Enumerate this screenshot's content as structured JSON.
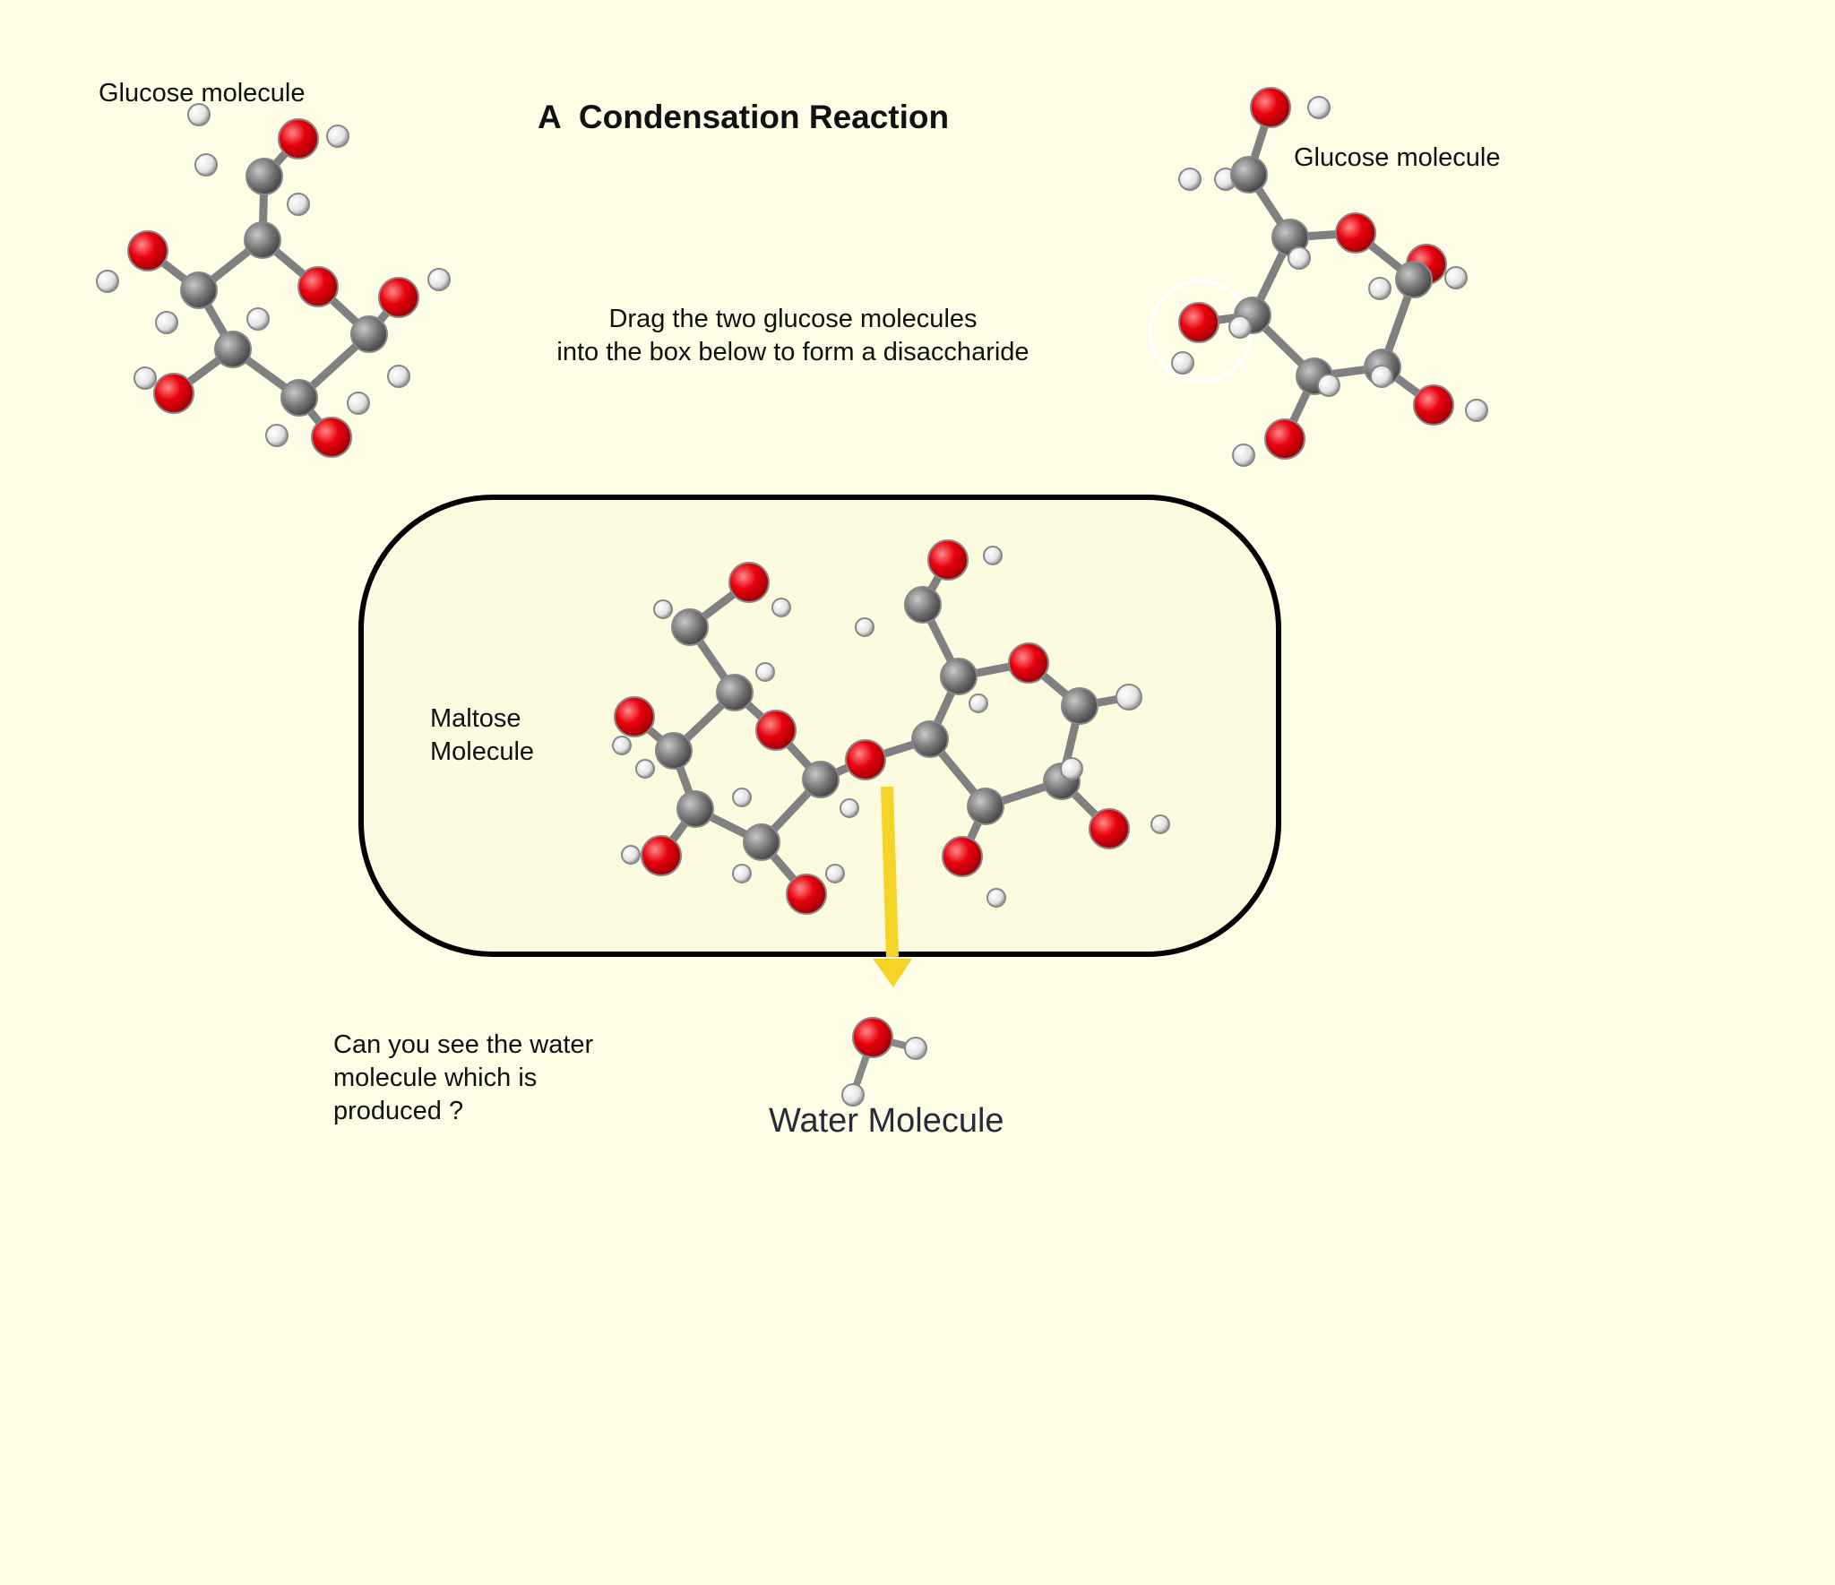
{
  "title": "A  Condensation Reaction",
  "glucose_left": {
    "label": "Glucose molecule"
  },
  "glucose_right": {
    "label": "Glucose molecule"
  },
  "instruction": {
    "line1": "Drag the two glucose molecules",
    "line2": "into the box below to form a disaccharide"
  },
  "drop_box": {
    "label_line1": "Maltose",
    "label_line2": "Molecule"
  },
  "question": {
    "line1": "Can you see the water",
    "line2": "molecule which is",
    "line3": "produced ?"
  },
  "water": {
    "label": "Water Molecule"
  },
  "colors": {
    "background": "#fefee6",
    "box_fill": "#fcfadf",
    "carbon": "#7a7a7a",
    "oxygen": "#e8000d",
    "hydrogen": "#e8e8e8",
    "arrow": "#f5d327"
  },
  "icons": [
    "glucose-molecule-icon",
    "maltose-molecule-icon",
    "water-molecule-icon",
    "arrow-down-icon"
  ]
}
